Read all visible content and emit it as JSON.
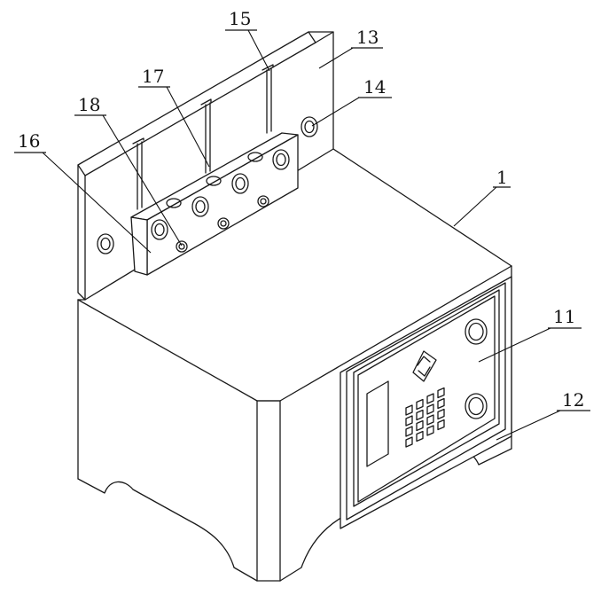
{
  "diagram": {
    "type": "patent-style isometric line drawing",
    "line_color": "#1a1a1a",
    "background": "#ffffff",
    "callouts": [
      {
        "id": "label-1",
        "text": "1"
      },
      {
        "id": "label-11",
        "text": "11"
      },
      {
        "id": "label-12",
        "text": "12"
      },
      {
        "id": "label-13",
        "text": "13"
      },
      {
        "id": "label-14",
        "text": "14"
      },
      {
        "id": "label-15",
        "text": "15"
      },
      {
        "id": "label-16",
        "text": "16"
      },
      {
        "id": "label-17",
        "text": "17"
      },
      {
        "id": "label-18",
        "text": "18"
      }
    ]
  }
}
